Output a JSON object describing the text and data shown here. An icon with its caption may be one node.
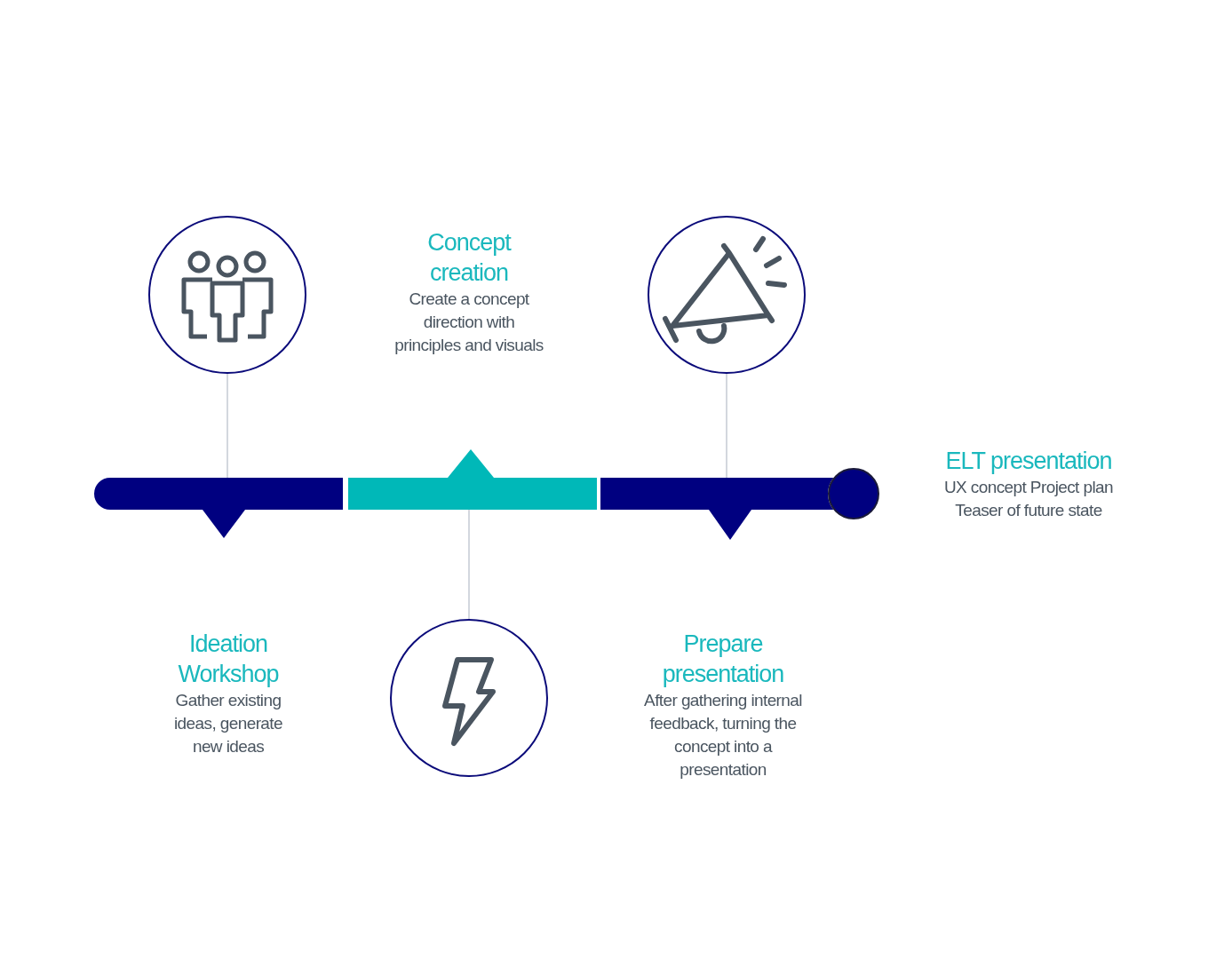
{
  "diagram": {
    "nodes": [
      {
        "text": [],
        "shape": "circle"
      },
      {
        "text": [
          "Concept creation",
          "Create a concept direction with principles and visuals"
        ]
      },
      {
        "text": [],
        "shape": "circle"
      },
      {
        "text": [
          "ELT presentation",
          "UX concept Project plan Teaser of future state"
        ]
      },
      {
        "text": [
          "Ideation Workshop",
          "Gather existing ideas, generate new ideas"
        ]
      },
      {
        "text": [],
        "shape": "circle"
      },
      {
        "text": [
          "Prepare presentation",
          "After gathering internal feedback, turning the concept into a presentation"
        ]
      },
      {
        "text": [],
        "shape": "bar"
      },
      {
        "text": [],
        "shape": "bar"
      },
      {
        "text": [],
        "shape": "bar"
      },
      {
        "text": [],
        "shape": "circle"
      }
    ],
    "edges": [
      {
        "from": 0,
        "to": 7,
        "arrow": "none"
      },
      {
        "from": 2,
        "to": 9,
        "arrow": "none"
      },
      {
        "from": 5,
        "to": 8,
        "arrow": "none"
      }
    ]
  }
}
